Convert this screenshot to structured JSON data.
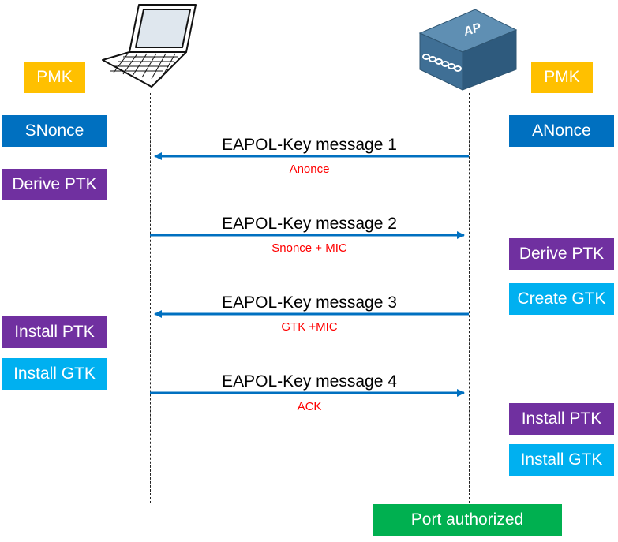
{
  "left_column": {
    "pmk": "PMK",
    "snonce": "SNonce",
    "derive_ptk": "Derive PTK",
    "install_ptk": "Install PTK",
    "install_gtk": "Install GTK"
  },
  "right_column": {
    "pmk": "PMK",
    "anonce": "ANonce",
    "derive_ptk": "Derive PTK",
    "create_gtk": "Create GTK",
    "install_ptk": "Install PTK",
    "install_gtk": "Install GTK",
    "port_authorized": "Port authorized"
  },
  "ap_label": "AP",
  "messages": [
    {
      "label": "EAPOL-Key message 1",
      "sub": "Anonce",
      "direction": "to-client"
    },
    {
      "label": "EAPOL-Key message 2",
      "sub": "Snonce + MIC",
      "direction": "to-ap"
    },
    {
      "label": "EAPOL-Key message 3",
      "sub": "GTK +MIC",
      "direction": "to-client"
    },
    {
      "label": "EAPOL-Key message 4",
      "sub": "ACK",
      "direction": "to-ap"
    }
  ],
  "colors": {
    "pmk": "#FFC000",
    "nonce": "#0070C0",
    "derive_install_ptk": "#7030A0",
    "gtk": "#00B0F0",
    "port_authorized": "#00B050",
    "arrow": "#0070C0",
    "sub_label": "#FF0000"
  }
}
